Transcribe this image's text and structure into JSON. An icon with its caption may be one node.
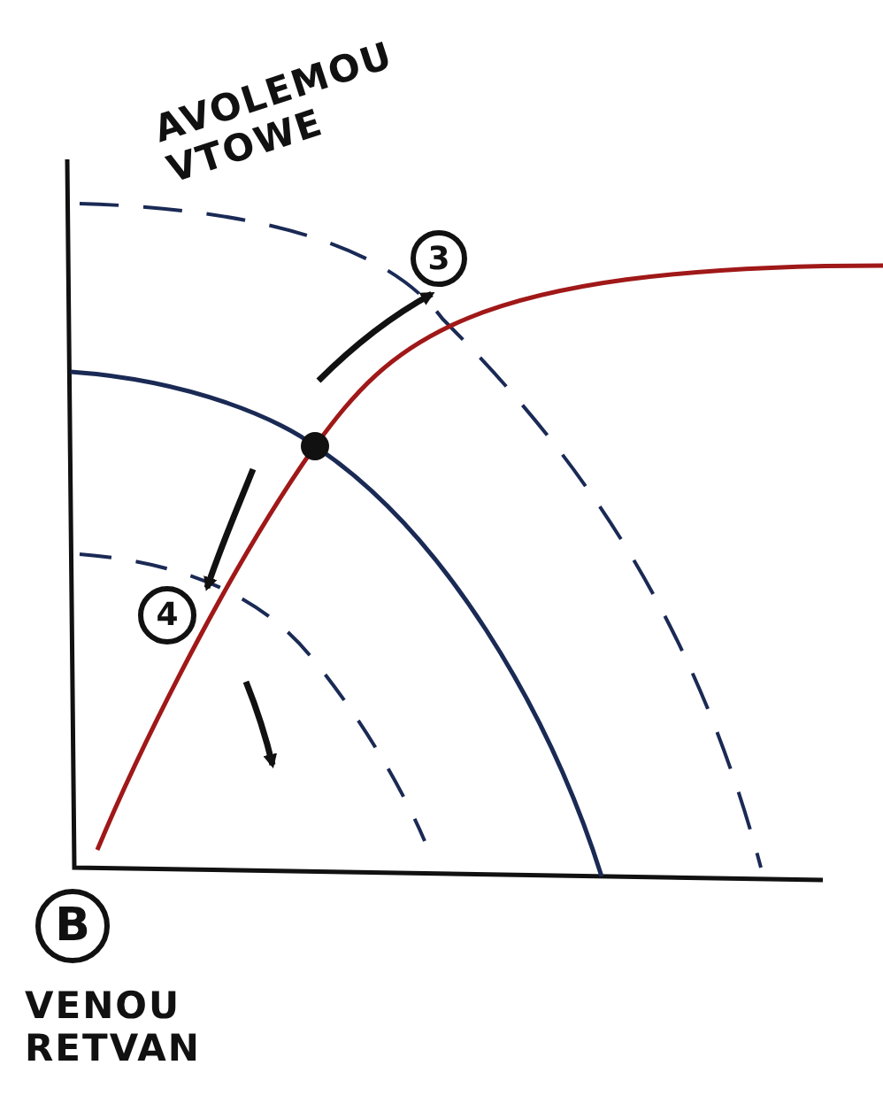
{
  "diagram": {
    "nodes": [
      {
        "text": [
          "3"
        ]
      },
      {
        "text": [
          "4"
        ]
      },
      {
        "text": [
          "B"
        ]
      }
    ],
    "labels": [
      "AVOLEMOU VTOWE",
      "VENOU RETVAN"
    ]
  }
}
